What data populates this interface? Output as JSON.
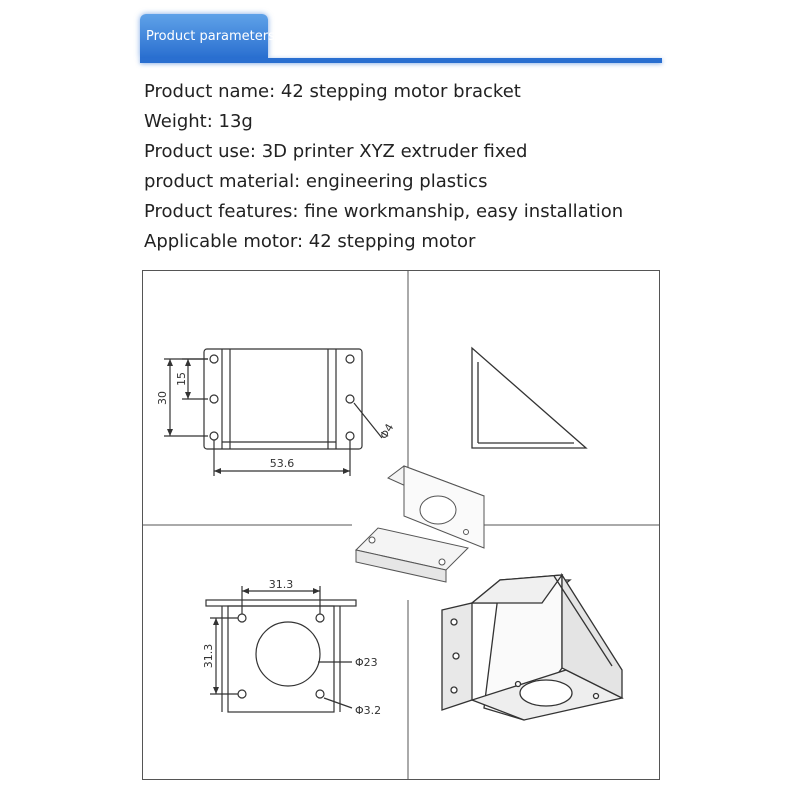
{
  "header": {
    "title": "Product parameters"
  },
  "parameters": [
    "Product name: 42 stepping motor bracket",
    "Weight: 13g",
    "Product use: 3D printer XYZ extruder fixed",
    "product material: engineering plastics",
    "Product features: fine workmanship, easy installation",
    "Applicable motor: 42 stepping motor"
  ],
  "drawing": {
    "top_view": {
      "height": "30",
      "hole_spacing": "15",
      "width": "53.6",
      "hole_dia": "Φ4"
    },
    "front_view": {
      "hole_spacing_h": "31.3",
      "hole_spacing_v": "31.3",
      "bore_dia": "Φ23",
      "hole_dia": "Φ3.2"
    }
  },
  "colors": {
    "accent": "#2a6fd0",
    "line": "#333333"
  }
}
